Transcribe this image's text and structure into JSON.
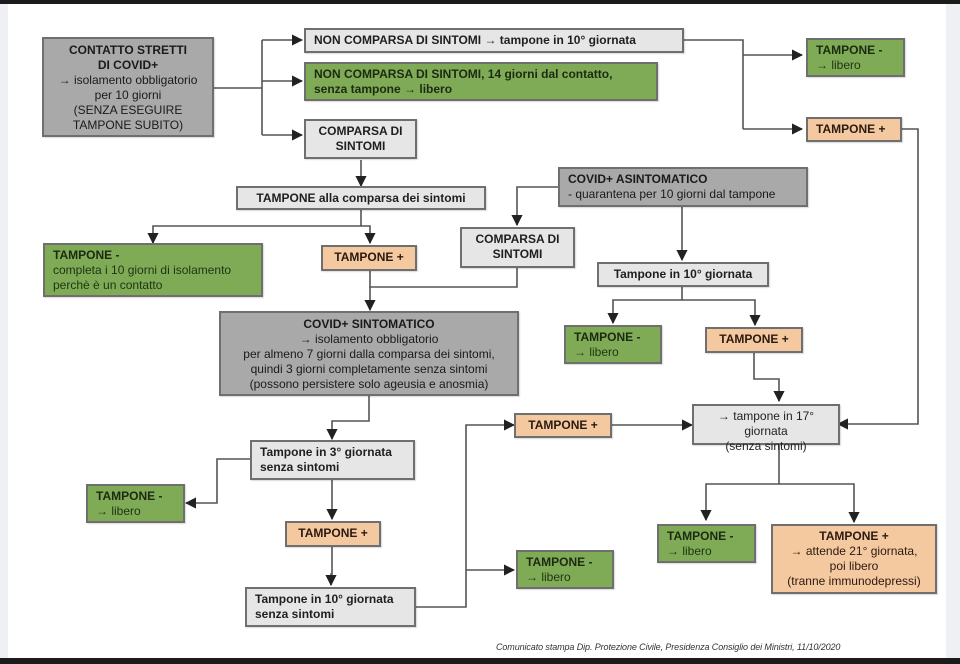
{
  "nodes": {
    "contact": {
      "title": "CONTATTO STRETTI",
      "title2": "DI COVID+",
      "lines": [
        "→ isolamento obbligatorio",
        "per 10 giorni",
        "(SENZA ESEGUIRE",
        "TAMPONE SUBITO)"
      ]
    },
    "no_symptoms_test10": {
      "text": "NON COMPARSA DI SINTOMI → tampone in 10° giornata"
    },
    "no_symptoms_14": {
      "title": "NON COMPARSA DI SINTOMI, 14 giorni dal contatto,",
      "title2": "senza tampone → libero"
    },
    "symptoms_onset_1": {
      "title": "COMPARSA DI",
      "title2": "SINTOMI"
    },
    "neg_top_right": {
      "title": "TAMPONE -",
      "sub": "→ libero"
    },
    "pos_top_right": {
      "title": "TAMPONE +"
    },
    "test_at_onset": {
      "text": "TAMPONE alla comparsa dei sintomi"
    },
    "neg_complete": {
      "title": "TAMPONE -",
      "lines": [
        "completa i 10 giorni di isolamento",
        "perchè è un contatto"
      ]
    },
    "pos_onset": {
      "title": "TAMPONE +"
    },
    "asymptomatic": {
      "title": "COVID+ ASINTOMATICO",
      "sub": "- quarantena per 10 giorni dal tampone"
    },
    "symptoms_onset_2": {
      "title": "COMPARSA DI",
      "title2": "SINTOMI"
    },
    "test10_asym": {
      "text": "Tampone in 10° giornata"
    },
    "neg_asym": {
      "title": "TAMPONE -",
      "sub": "→ libero"
    },
    "pos_asym": {
      "title": "TAMPONE +"
    },
    "symptomatic": {
      "title": "COVID+ SINTOMATICO",
      "lines": [
        "→ isolamento obbligatorio",
        "per almeno 7 giorni dalla comparsa dei sintomi,",
        "quindi 3 giorni completamente senza sintomi",
        "(possono persistere solo ageusia e anosmia)"
      ]
    },
    "test17": {
      "lines": [
        "→ tampone in 17° giornata",
        "(senza sintomi)"
      ]
    },
    "pos_mid": {
      "title": "TAMPONE +"
    },
    "test3": {
      "lines": [
        "Tampone in 3° giornata",
        "senza sintomi"
      ]
    },
    "neg_test3": {
      "title": "TAMPONE -",
      "sub": "→ libero"
    },
    "pos_test3": {
      "title": "TAMPONE +"
    },
    "test10_sym": {
      "lines": [
        "Tampone in 10° giornata",
        "senza sintomi"
      ]
    },
    "neg_test10_sym": {
      "title": "TAMPONE -",
      "sub": "→ libero"
    },
    "neg_test17": {
      "title": "TAMPONE -",
      "sub": "→ libero"
    },
    "pos_test17": {
      "title": "TAMPONE +",
      "lines": [
        "→ attende 21° giornata,",
        "poi libero",
        "(tranne immunodepressi)"
      ]
    }
  },
  "footer": "Comunicato stampa Dip. Protezione Civile, Presidenza Consiglio dei Ministri, 11/10/2020",
  "colors": {
    "dark_box": "#a9a9a9",
    "light_box": "#e6e6e6",
    "negative_green": "#7fab56",
    "positive_orange": "#f5c9a0",
    "connector": "#555555"
  }
}
